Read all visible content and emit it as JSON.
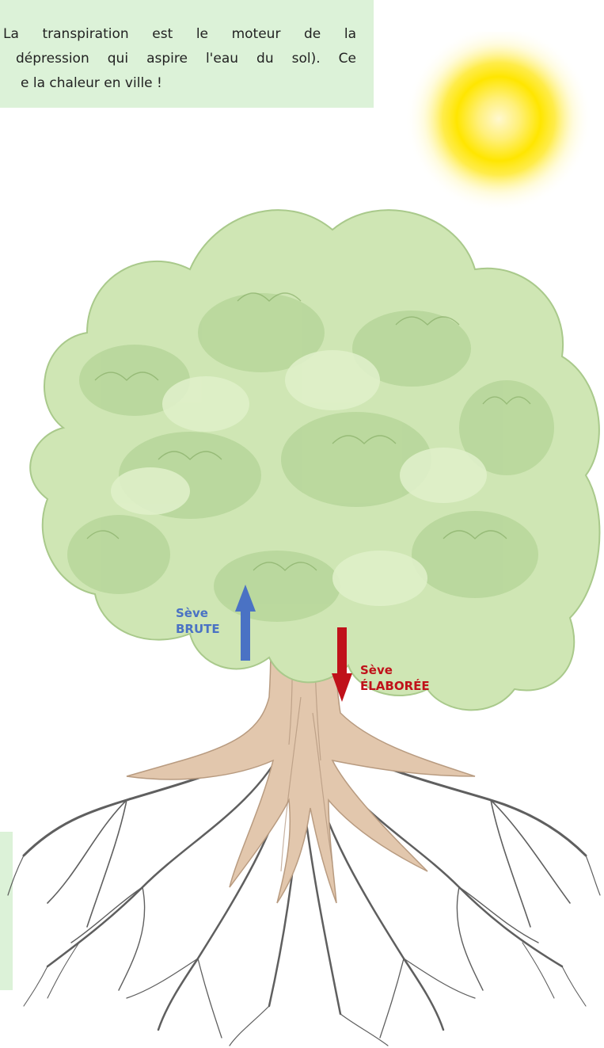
{
  "text_box": {
    "lines": [
      "La transpiration est le moteur de la",
      "dépression qui aspire l'eau du sol). Ce",
      "e la chaleur en ville !"
    ]
  },
  "labels": {
    "seve_brute": {
      "line1": "Sève",
      "line2": "BRUTE",
      "color": "#4a72c4"
    },
    "seve_elaboree": {
      "line1": "Sève",
      "line2": "ÉLABORÉE",
      "color": "#c0111a"
    }
  },
  "colors": {
    "box_bg": "#dcf2d8",
    "foliage": "#cfe6b4",
    "foliage_shade": "#b4d497",
    "trunk": "#e2c7ad",
    "roots": "#444444",
    "sun": "#ffe600",
    "arrow_up": "#4a72c4",
    "arrow_down": "#c0111a"
  },
  "icons": [
    "sun-icon",
    "tree-illustration",
    "arrow-up-icon",
    "arrow-down-icon"
  ]
}
